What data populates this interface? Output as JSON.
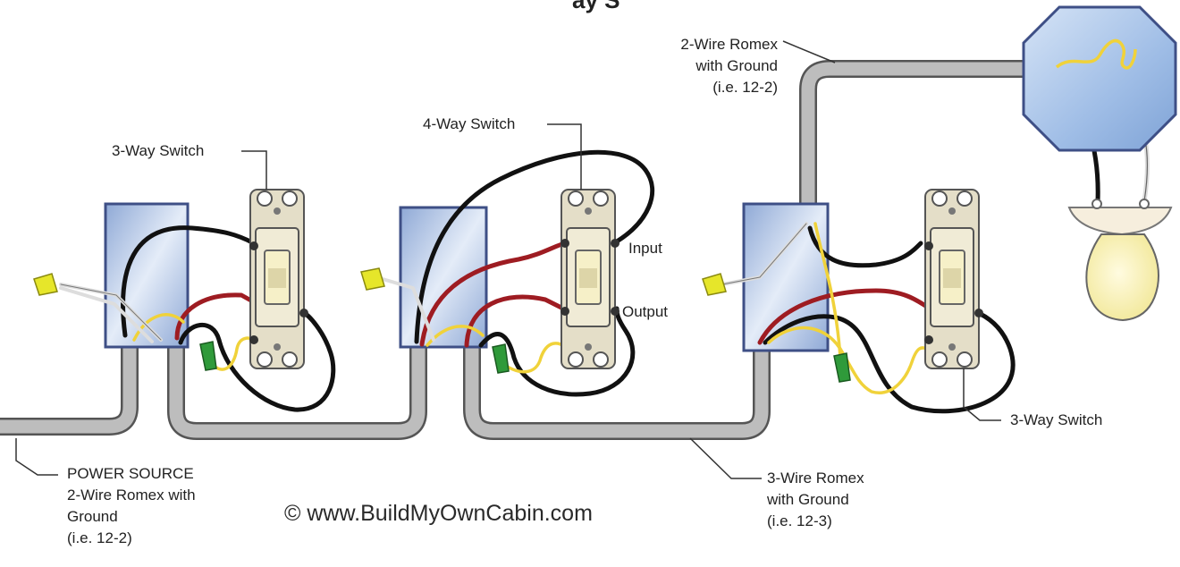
{
  "title_fragment": "ay S",
  "labels": {
    "three_way_left": "3-Way Switch",
    "four_way": "4-Way Switch",
    "two_wire_top": [
      "2-Wire Romex",
      "with Ground",
      "(i.e. 12-2)"
    ],
    "input": "Input",
    "output": "Output",
    "three_way_right": "3-Way Switch",
    "power_source": [
      "POWER SOURCE",
      "2-Wire Romex with",
      "Ground",
      "(i.e. 12-2)"
    ],
    "three_wire": [
      "3-Wire Romex",
      "with Ground",
      "(i.e. 12-3)"
    ],
    "copyright": "© www.BuildMyOwnCabin.com"
  },
  "colors": {
    "cable": "#b4b4b4",
    "cable_edge": "#5a5a5a",
    "box": "#a9c0e0",
    "box_edge": "#40508a",
    "switch_body": "#e6dfca",
    "toggle": "#f2ebc8",
    "hot_black": "#111111",
    "red_wire": "#9e1c22",
    "ground_yellow": "#f0d23a",
    "wire_nut": "#e6e62a",
    "green_nut": "#2f9a3a",
    "fixture": "#a9c6ea",
    "bulb": "#f6f0b4"
  }
}
